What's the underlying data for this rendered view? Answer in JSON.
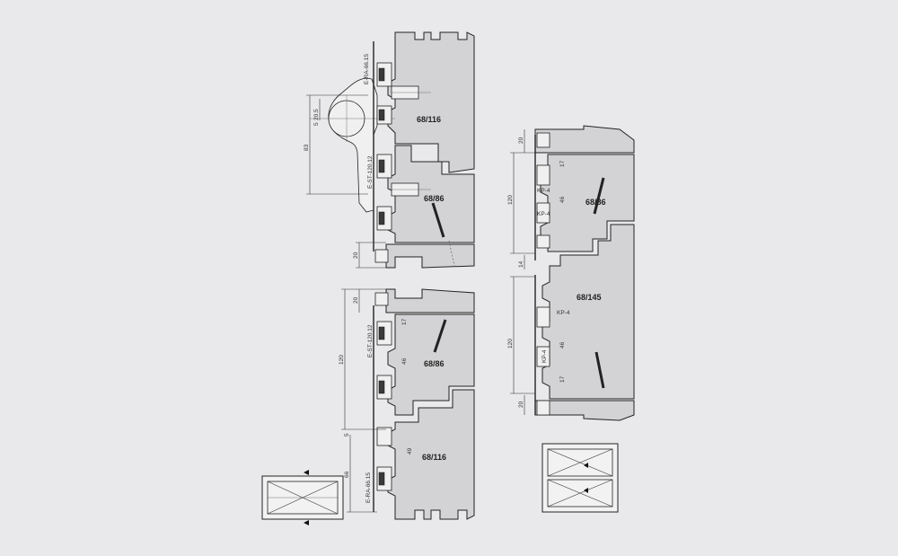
{
  "diagram": {
    "profiles": {
      "top_upper": "68/116",
      "top_lower": "68/86",
      "bottom_upper": "68/86",
      "bottom_lower": "68/116",
      "right_upper": "68/86",
      "right_lower": "68/145"
    },
    "hardware": {
      "era_top": "E-RA-66.15",
      "est_top": "E-ST-120.12",
      "est_bottom": "E-ST-120.12",
      "era_bottom": "E-RA-66.15",
      "kp_1": "KP-4",
      "kp_2": "KP-4",
      "kp_3": "KP-4",
      "kp_4": "KP-4"
    },
    "dimensions": {
      "d83": "83",
      "d20_5": "20.5",
      "d5_top": "5",
      "d20_a": "20",
      "d20_b": "20",
      "d120_left": "120",
      "d46_left": "46",
      "d17_left": "17",
      "d5_bottom": "5",
      "d66": "66",
      "d49": "49",
      "d20_r1": "20",
      "d120_r1": "120",
      "d17_r1": "17",
      "d46_r1": "46",
      "d14": "14",
      "d120_r2": "120",
      "d46_r2": "46",
      "d17_r2": "17",
      "d20_r2": "20"
    }
  }
}
